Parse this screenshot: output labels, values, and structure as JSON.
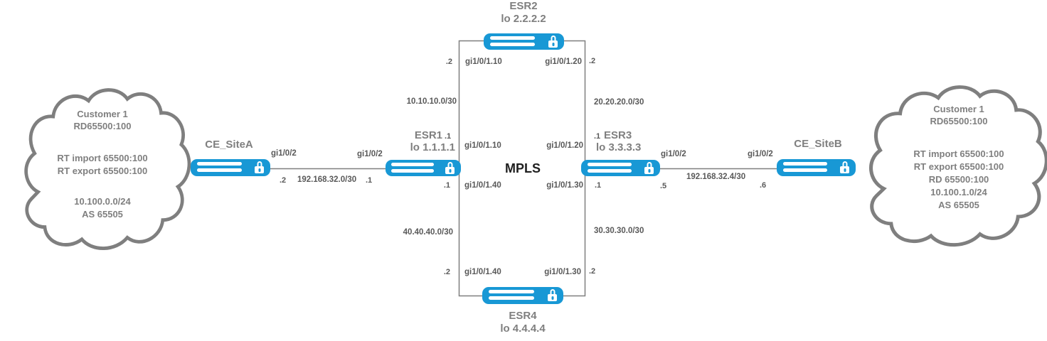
{
  "colors": {
    "accent_blue": "#1898d5",
    "line_gray": "#7f7f7f",
    "title_gray": "#7f7f7f",
    "label_dark": "#595959",
    "mpls_text": "#1f1f1f"
  },
  "mpls_label": "MPLS",
  "clouds": {
    "left": {
      "lines": [
        "Customer 1",
        "RD65500:100",
        "RT import 65500:100",
        "RT export 65500:100",
        "10.100.0.0/24",
        "AS 65505"
      ]
    },
    "right": {
      "lines": [
        "Customer 1",
        "RD65500:100",
        "RT import 65500:100",
        "RT export 65500:100",
        "RD 65500:100",
        "10.100.1.0/24",
        "AS 65505"
      ]
    }
  },
  "routers": {
    "ce_a": {
      "name": "CE_SiteA"
    },
    "ce_b": {
      "name": "CE_SiteB"
    },
    "esr1": {
      "name": "ESR1",
      "lo": "lo 1.1.1.1"
    },
    "esr2": {
      "name": "ESR2",
      "lo": "lo 2.2.2.2"
    },
    "esr3": {
      "name": "ESR3",
      "lo": "lo 3.3.3.3"
    },
    "esr4": {
      "name": "ESR4",
      "lo": "lo 4.4.4.4"
    }
  },
  "links": {
    "ce_a_esr1": {
      "if_left": "gi1/0/2",
      "if_right": "gi1/0/2",
      "ip_left": ".2",
      "subnet": "192.168.32.0/30",
      "ip_right": ".1"
    },
    "esr3_ce_b": {
      "if_left": "gi1/0/2",
      "if_right": "gi1/0/2",
      "ip_left": ".5",
      "subnet": "192.168.32.4/30",
      "ip_right": ".6"
    },
    "esr1_esr2": {
      "subnet": "10.10.10.0/30",
      "esr1_if": "gi1/0/1.10",
      "esr1_ip": ".1",
      "esr2_if": "gi1/0/1.10",
      "esr2_ip": ".2"
    },
    "esr2_esr3": {
      "subnet": "20.20.20.0/30",
      "esr2_if": "gi1/0/1.20",
      "esr2_ip": ".2",
      "esr3_if": "gi1/0/1.20",
      "esr3_ip": ".1"
    },
    "esr1_esr4": {
      "subnet": "40.40.40.0/30",
      "esr1_if": "gi1/0/1.40",
      "esr1_ip": ".1",
      "esr4_if": "gi1/0/1.40",
      "esr4_ip": ".2"
    },
    "esr4_esr3": {
      "subnet": "30.30.30.0/30",
      "esr4_if": "gi1/0/1.30",
      "esr4_ip": ".2",
      "esr3_if": "gi1/0/1.30",
      "esr3_ip": ".1"
    }
  }
}
